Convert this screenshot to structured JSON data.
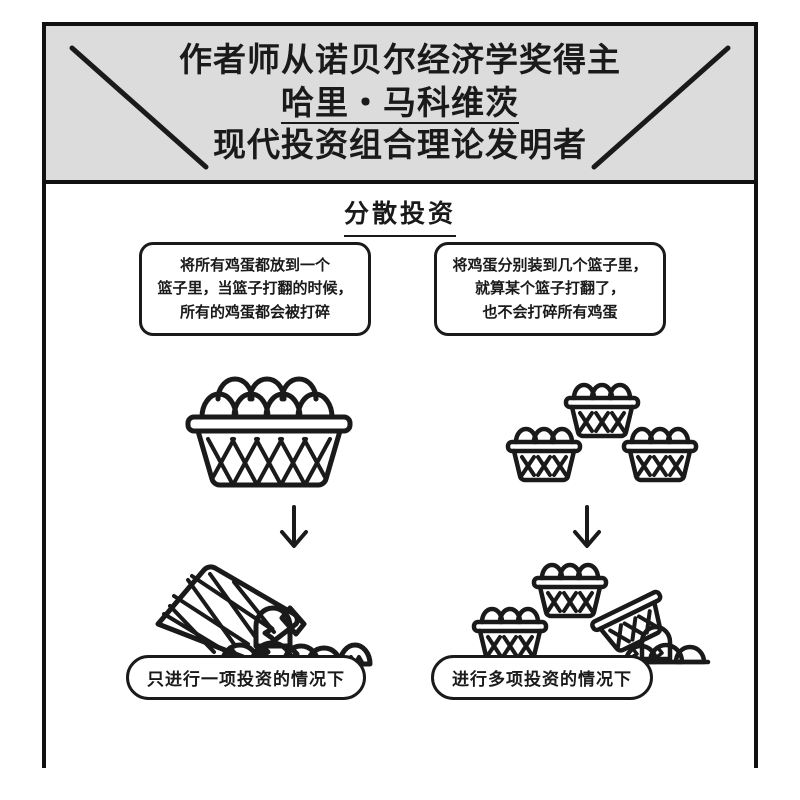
{
  "header": {
    "lines": [
      {
        "text": "作者师从诺贝尔经济学奖得主",
        "underlined": false
      },
      {
        "text": "哈里・马科维茨",
        "underlined": true
      },
      {
        "text": "现代投资组合理论发明者",
        "underlined": false
      }
    ],
    "background_color": "#dcdcdc",
    "text_color": "#1a1a1a",
    "deco_left_icon": "diagonal-line-icon",
    "deco_right_icon": "diagonal-line-icon"
  },
  "main": {
    "section_title": "分散投资",
    "columns": [
      {
        "id": "single-investment",
        "bubble": [
          "将所有鸡蛋都放到一个",
          "篮子里，当篮子打翻的时候，",
          "所有的鸡蛋都会被打碎"
        ],
        "top_illustration": "one-large-basket-with-eggs",
        "arrow": "down-arrow-icon",
        "bottom_illustration": "tipped-basket-with-broken-eggs",
        "caption": "只进行一项投资的情况下"
      },
      {
        "id": "multiple-investments",
        "bubble": [
          "将鸡蛋分别装到几个篮子里，",
          "就算某个篮子打翻了，",
          "也不会打碎所有鸡蛋"
        ],
        "top_illustration": "three-small-baskets-with-eggs",
        "arrow": "down-arrow-icon",
        "bottom_illustration": "two-intact-baskets-one-tipped-basket",
        "caption": "进行多项投资的情况下"
      }
    ]
  },
  "colors": {
    "ink": "#1a1a1a",
    "paper": "#ffffff",
    "header_gray": "#dcdcdc"
  }
}
